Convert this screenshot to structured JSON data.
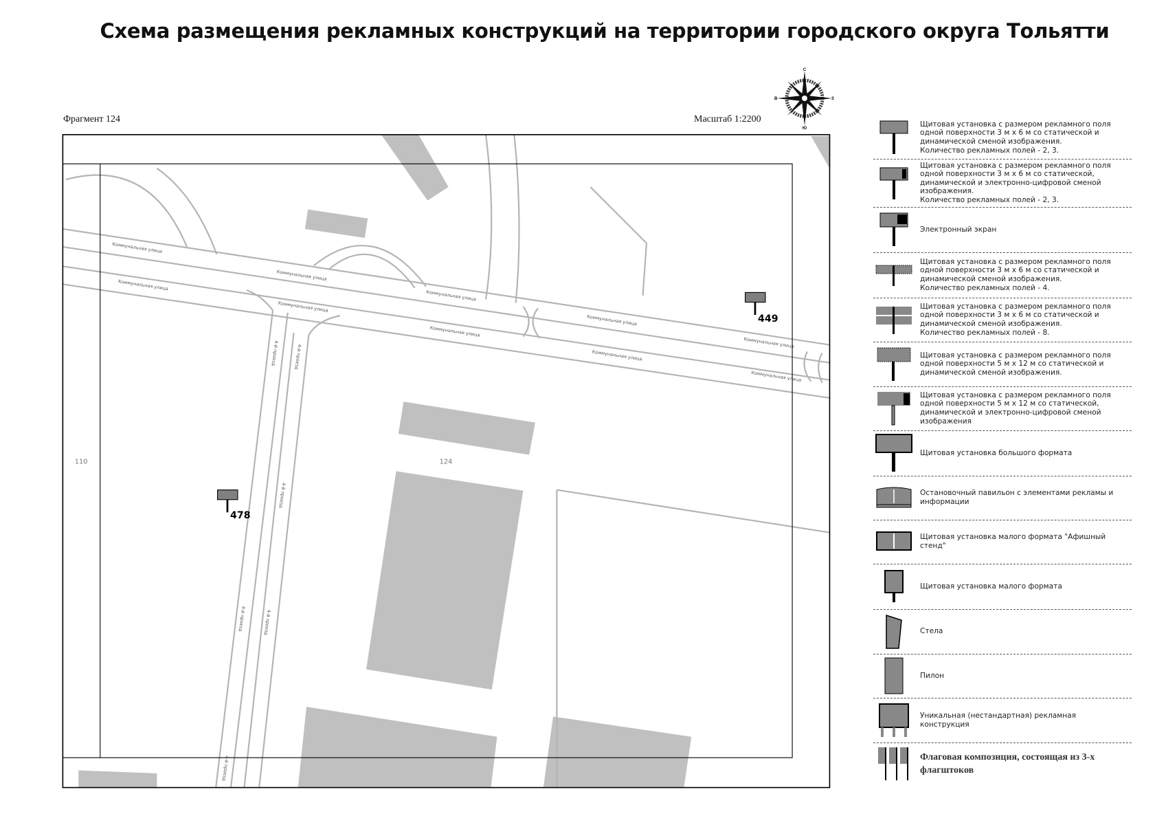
{
  "header": {
    "title": "Схема размещения рекламных конструкций на территории городского округа Тольятти",
    "fragment": "Фрагмент 124",
    "scale": "Масштаб 1:2200"
  },
  "compass": {
    "north": "С",
    "south": "Ю",
    "west": "В",
    "east": "З"
  },
  "map": {
    "street_main": "Коммунальная улица",
    "street_cross": "4-й проезд",
    "block_labels": [
      "110",
      "124"
    ],
    "markers": [
      {
        "id": "449",
        "type": "billboard-3x6"
      },
      {
        "id": "478",
        "type": "billboard-3x6"
      }
    ],
    "colors": {
      "building": "#c0c0c0",
      "road": "#b4b4b4",
      "marker": "#808080",
      "frame": "#000000"
    }
  },
  "legend": {
    "items": [
      {
        "icon": "billboard-3x6-icon",
        "text": "Щитовая установка с размером рекламного поля\nодной поверхности 3 м х 6 м со статической и\nдинамической сменой изображения.\nКоличество рекламных полей - 2, 3."
      },
      {
        "icon": "billboard-3x6-digital-icon",
        "text": "Щитовая установка с размером рекламного поля\nодной поверхности 3 м х 6 м со статической,\nдинамической и электронно-цифровой сменой\nизображения.\nКоличество рекламных полей - 2, 3."
      },
      {
        "icon": "electronic-screen-icon",
        "text": "Электронный экран"
      },
      {
        "icon": "billboard-4-fields-icon",
        "text": "Щитовая установка с размером рекламного поля\nодной поверхности 3 м х 6 м со статической и\nдинамической сменой изображения.\nКоличество рекламных полей - 4."
      },
      {
        "icon": "billboard-8-fields-icon",
        "text": "Щитовая установка с размером рекламного поля\nодной поверхности 3 м х 6 м со статической и\nдинамической сменой изображения.\nКоличество рекламных полей - 8."
      },
      {
        "icon": "billboard-5x12-icon",
        "text": "Щитовая установка с размером рекламного поля\nодной поверхности 5 м х 12 м со статической и\nдинамической сменой изображения."
      },
      {
        "icon": "billboard-5x12-digital-icon",
        "text": "Щитовая установка с размером рекламного поля\nодной поверхности 5 м х 12 м со статической,\nдинамической и электронно-цифровой сменой\nизображения"
      },
      {
        "icon": "large-format-billboard-icon",
        "text": "Щитовая установка большого формата"
      },
      {
        "icon": "bus-stop-pavilion-icon",
        "text": "Остановочный павильон с элементами рекламы и\nинформации"
      },
      {
        "icon": "poster-stand-icon",
        "text": "Щитовая установка малого формата \"Афишный\nстенд\""
      },
      {
        "icon": "small-format-billboard-icon",
        "text": "Щитовая установка малого формата"
      },
      {
        "icon": "stele-icon",
        "text": "Стела"
      },
      {
        "icon": "pylon-icon",
        "text": "Пилон"
      },
      {
        "icon": "unique-construction-icon",
        "text": "Уникальная (нестандартная) рекламная\nконструкция"
      },
      {
        "icon": "flag-composition-icon",
        "text": "Флаговая композиция, состоящая из 3-х\nфлагштоков"
      }
    ]
  }
}
